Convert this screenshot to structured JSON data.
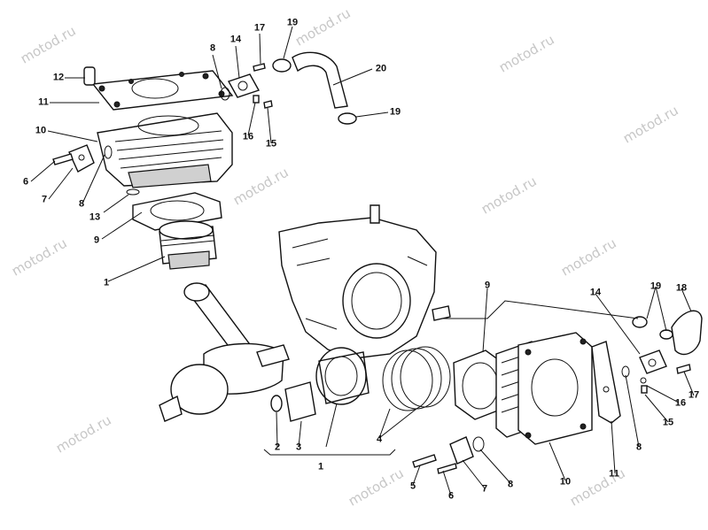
{
  "watermark": "motod.ru",
  "callouts": [
    {
      "id": "c12",
      "text": "12"
    },
    {
      "id": "c11a",
      "text": "11"
    },
    {
      "id": "c8a",
      "text": "8"
    },
    {
      "id": "c14a",
      "text": "14"
    },
    {
      "id": "c17a",
      "text": "17"
    },
    {
      "id": "c19a",
      "text": "19"
    },
    {
      "id": "c20",
      "text": "20"
    },
    {
      "id": "c19b",
      "text": "19"
    },
    {
      "id": "c10a",
      "text": "10"
    },
    {
      "id": "c6a",
      "text": "6"
    },
    {
      "id": "c7a",
      "text": "7"
    },
    {
      "id": "c8b",
      "text": "8"
    },
    {
      "id": "c13",
      "text": "13"
    },
    {
      "id": "c9a",
      "text": "9"
    },
    {
      "id": "c1a",
      "text": "1"
    },
    {
      "id": "c16a",
      "text": "16"
    },
    {
      "id": "c15a",
      "text": "15"
    },
    {
      "id": "c9b",
      "text": "9"
    },
    {
      "id": "c14b",
      "text": "14"
    },
    {
      "id": "c19c",
      "text": "19"
    },
    {
      "id": "c18",
      "text": "18"
    },
    {
      "id": "c17b",
      "text": "17"
    },
    {
      "id": "c16b",
      "text": "16"
    },
    {
      "id": "c15b",
      "text": "15"
    },
    {
      "id": "c8c",
      "text": "8"
    },
    {
      "id": "c11b",
      "text": "11"
    },
    {
      "id": "c10b",
      "text": "10"
    },
    {
      "id": "c8d",
      "text": "8"
    },
    {
      "id": "c7b",
      "text": "7"
    },
    {
      "id": "c6b",
      "text": "6"
    },
    {
      "id": "c5",
      "text": "5"
    },
    {
      "id": "c2",
      "text": "2"
    },
    {
      "id": "c3",
      "text": "3"
    },
    {
      "id": "c4",
      "text": "4"
    },
    {
      "id": "c1b",
      "text": "1"
    }
  ]
}
